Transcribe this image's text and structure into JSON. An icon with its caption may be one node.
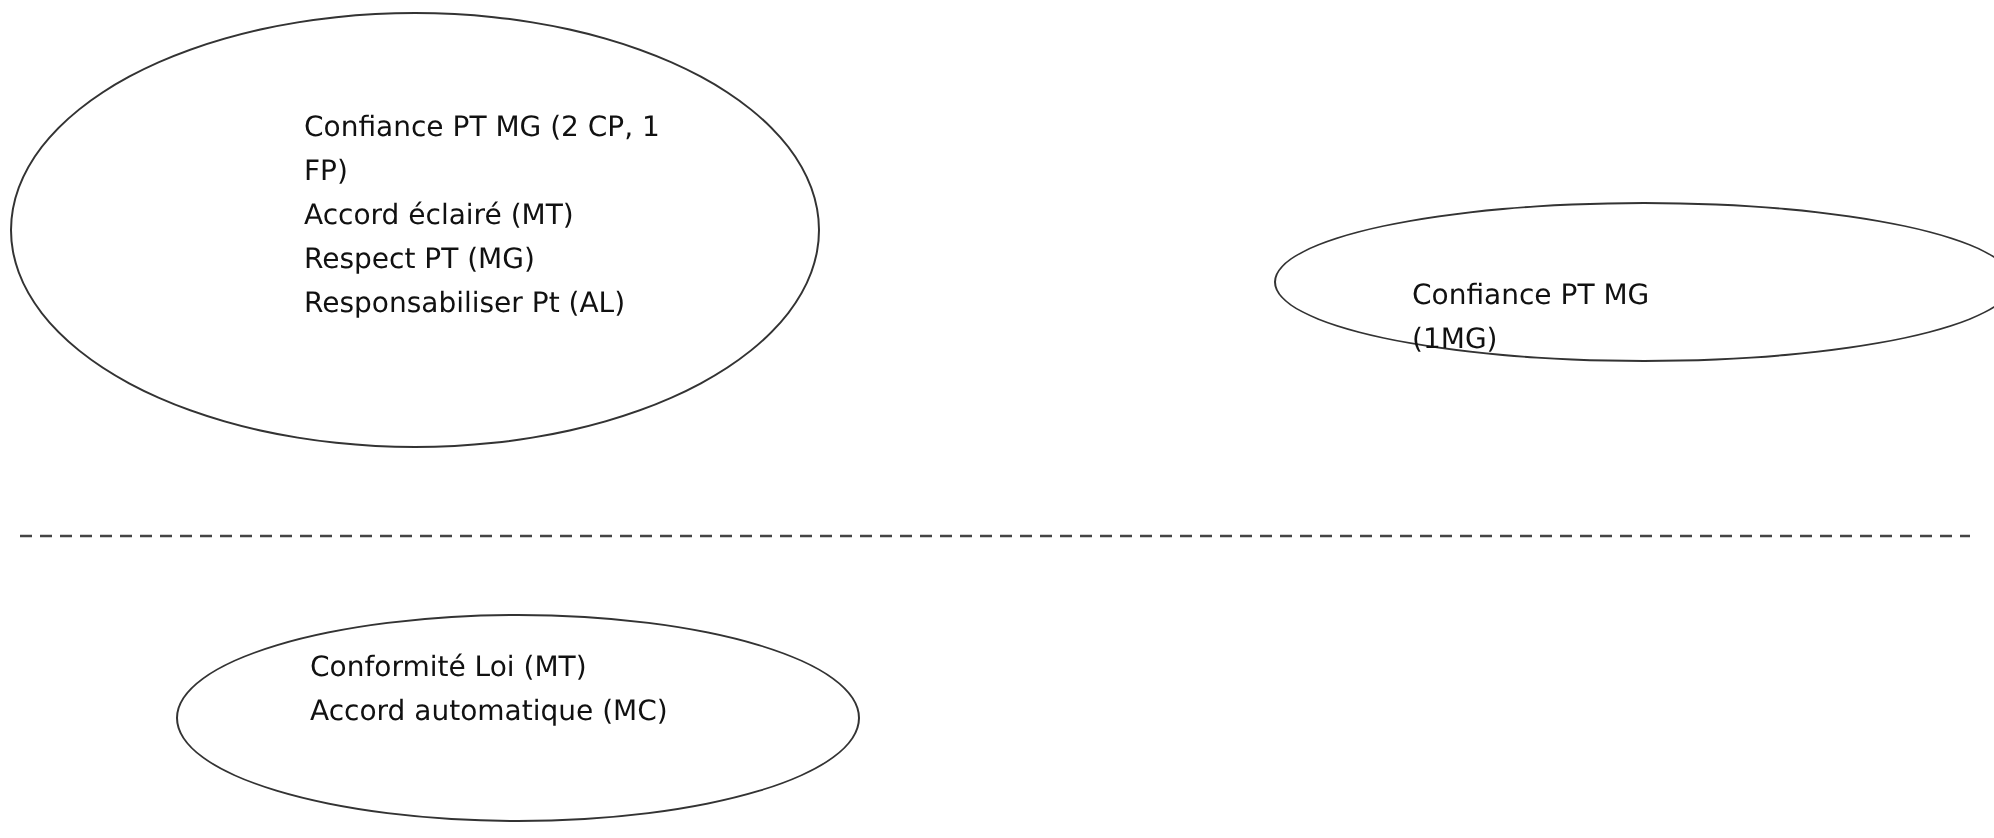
{
  "diagram": {
    "nodes": [
      {
        "text": [
          "Confiance PT MG (2 CP, 1 FP)",
          "Accord éclairé (MT)",
          "Respect PT (MG)",
          "Responsabiliser Pt (AL)"
        ]
      },
      {
        "text": [
          "Confiance PT MG (1MG)"
        ]
      },
      {
        "text": [
          "Conformité Loi (MT)",
          "Accord automatique (MC)"
        ]
      }
    ]
  }
}
